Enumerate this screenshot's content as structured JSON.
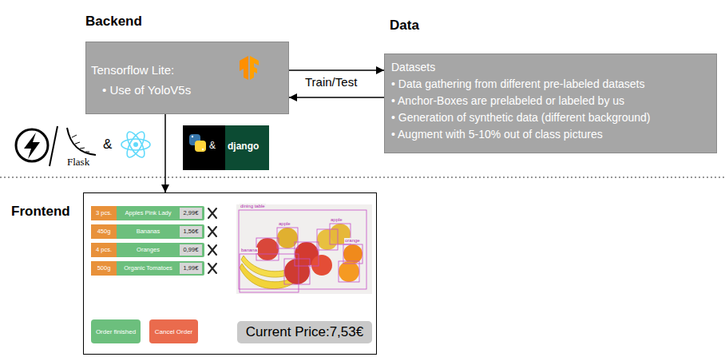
{
  "diagram": {
    "nodes": [
      {
        "text": [
          "Backend",
          "Tensorflow Lite:",
          "• Use of YoloV5s"
        ]
      },
      {
        "text": [
          "Data",
          "Datasets",
          "• Data gathering from different pre-labeled datasets",
          "• Anchor-Boxes are prelabeled or labeled by us",
          "• Generation of synthetic data (different background)",
          "• Augment with 5-10% out of class pictures"
        ]
      },
      {
        "text": [
          "Frontend"
        ]
      },
      {
        "text": [
          "3 pcs.",
          "Apples Pink Lady",
          "2,99€"
        ],
        "in": 2
      },
      {
        "text": [
          "450g",
          "Bananas",
          "1,56€"
        ],
        "in": 2
      },
      {
        "text": [
          "4 pcs.",
          "Oranges",
          "0,99€"
        ],
        "in": 2
      },
      {
        "text": [
          "500g",
          "Organic Tomatoes",
          "1,99€"
        ],
        "in": 2
      },
      {
        "text": [
          "Order finished"
        ],
        "in": 2
      },
      {
        "text": [
          "Cancel Order"
        ],
        "in": 2
      },
      {
        "text": [
          "Current Price:7,53€"
        ],
        "in": 2
      }
    ],
    "edges": [
      {
        "from": 0,
        "to": 1,
        "arrow": "to",
        "label": "Train/Test"
      },
      {
        "from": 1,
        "to": 0,
        "arrow": "to"
      },
      {
        "from": 0,
        "to": 2,
        "arrow": "to"
      }
    ],
    "labels": [
      "Flask",
      "&",
      "&",
      "django",
      "dining table",
      "apple",
      "apple",
      "banana",
      "orange"
    ]
  }
}
